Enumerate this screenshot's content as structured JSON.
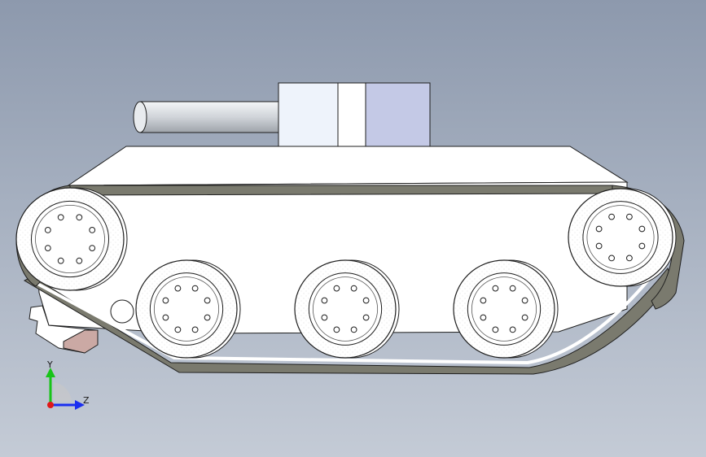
{
  "viewport": {
    "background_top": "#8d99ad",
    "background_bottom": "#c4cbd6"
  },
  "model": {
    "hull_color": "#ffffff",
    "track_color": "#7a7a6e",
    "outline_color": "#1e1e1e",
    "turret_front_color": "#eef3fb",
    "turret_rear_color": "#c4c9e6",
    "barrel_color": "#d4d8dd",
    "wheel_bolt_count": 8,
    "road_wheel_count": 3,
    "idler_wheel_count": 2
  },
  "triad": {
    "y_label": "Y",
    "z_label": "Z",
    "y_color": "#18c418",
    "z_color": "#1a2ef0",
    "x_color": "#e01818"
  }
}
